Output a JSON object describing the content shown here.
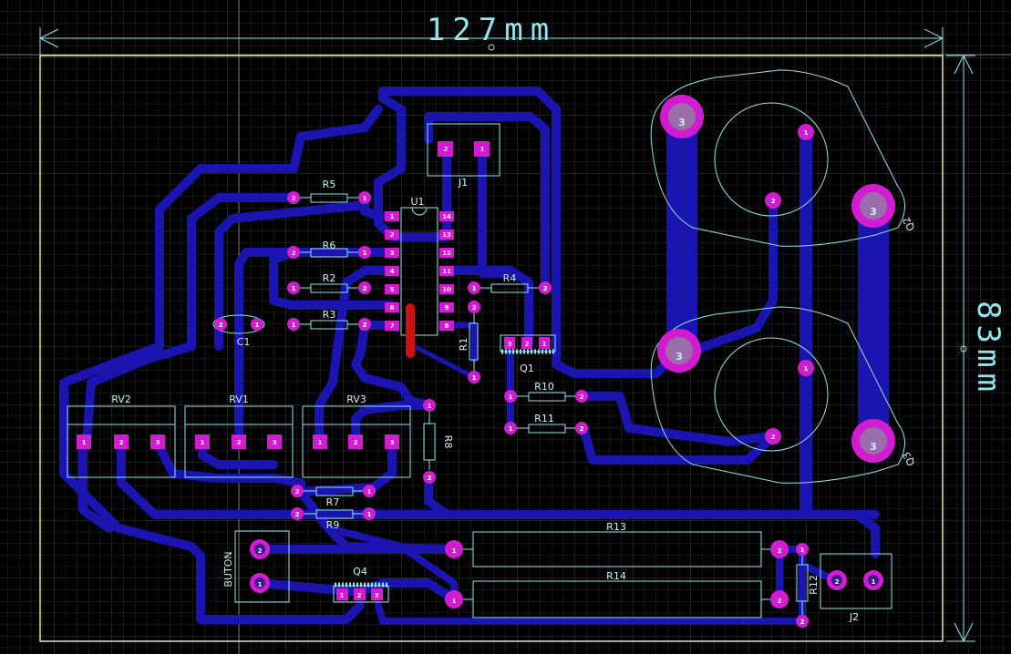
{
  "board": {
    "width_label": "127mm",
    "height_label": "83mm",
    "colors": {
      "background": "#000000",
      "grid_minor": "#2a2a2a",
      "grid_major": "#3d3d3d",
      "board_outline": "#f0e68c",
      "silkscreen": "#8fe6f0",
      "trace": "#1a14b0",
      "pad": "#d21cd2",
      "jumper": "#cc1111"
    }
  },
  "components": {
    "R5": "R5",
    "R6": "R6",
    "R2": "R2",
    "R3": "R3",
    "R4": "R4",
    "R1": "R1",
    "R10": "R10",
    "R11": "R11",
    "R8": "R8",
    "R7": "R7",
    "R9": "R9",
    "R13": "R13",
    "R14": "R14",
    "R12": "R12",
    "U1": "U1",
    "J1": "J1",
    "J2": "J2",
    "Q1": "Q1",
    "Q2": "Q2",
    "Q3": "Q3",
    "Q4": "Q4",
    "C1": "C1",
    "RV1": "RV1",
    "RV2": "RV2",
    "RV3": "RV3",
    "BUTON": "BUTON"
  },
  "pins": {
    "p1": "1",
    "p2": "2",
    "p3": "3",
    "p4": "4",
    "p5": "5",
    "p6": "6",
    "p7": "7",
    "p8": "8",
    "p9": "9",
    "p10": "10",
    "p11": "11",
    "p12": "12",
    "p13": "13",
    "p14": "14"
  }
}
